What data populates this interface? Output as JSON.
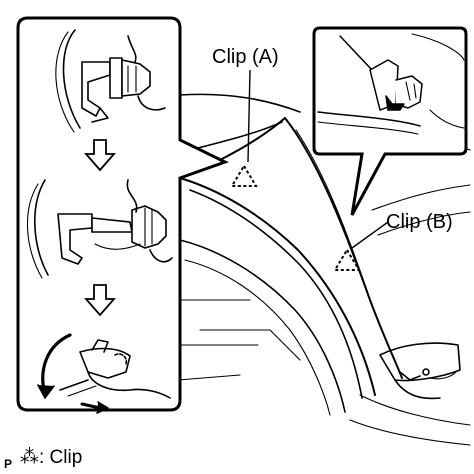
{
  "labels": {
    "clip_a": "Clip (A)",
    "clip_b": "Clip (B)"
  },
  "legend": {
    "prefix": "P",
    "text": "⁂: Clip"
  },
  "icons": {
    "step_arrow": "down-arrow-icon",
    "clip_marker": "dashed-triangle-icon"
  }
}
